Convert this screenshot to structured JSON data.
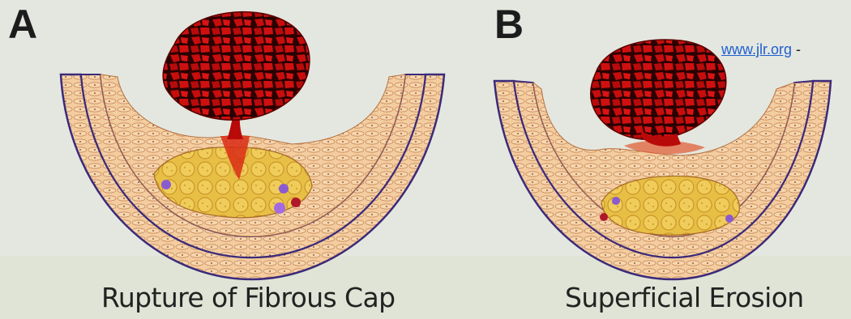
{
  "panels": [
    {
      "letter": "A",
      "caption": "Rupture of Fibrous Cap"
    },
    {
      "letter": "B",
      "caption": "Superficial Erosion"
    }
  ],
  "credit": {
    "link_text": "www.jlr.org",
    "suffix": " -"
  },
  "colors": {
    "background": "#e4e7df",
    "vessel_wall": "#f0c79a",
    "cell_outline": "#c07a4a",
    "adventitia_line": "#3b2a7a",
    "thrombus": "#c70d0d",
    "thrombus_dark": "#3a0000",
    "lipid_core": "#e6b93a",
    "link": "#1f5fd1"
  }
}
